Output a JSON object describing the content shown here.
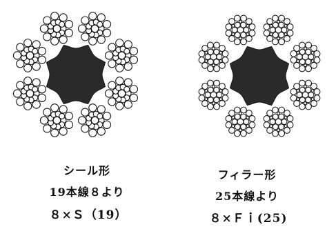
{
  "figures": [
    {
      "name": "シール形",
      "spec": "19本線８より",
      "code": "８×Ｓ（19）"
    },
    {
      "name": "フィラー形",
      "spec": "25本線より",
      "code": "８×Ｆｉ(25)"
    }
  ],
  "colors": {
    "core": "#2a2a2a",
    "wire_stroke": "#1a1a1a",
    "wire_fill": "#ffffff"
  }
}
